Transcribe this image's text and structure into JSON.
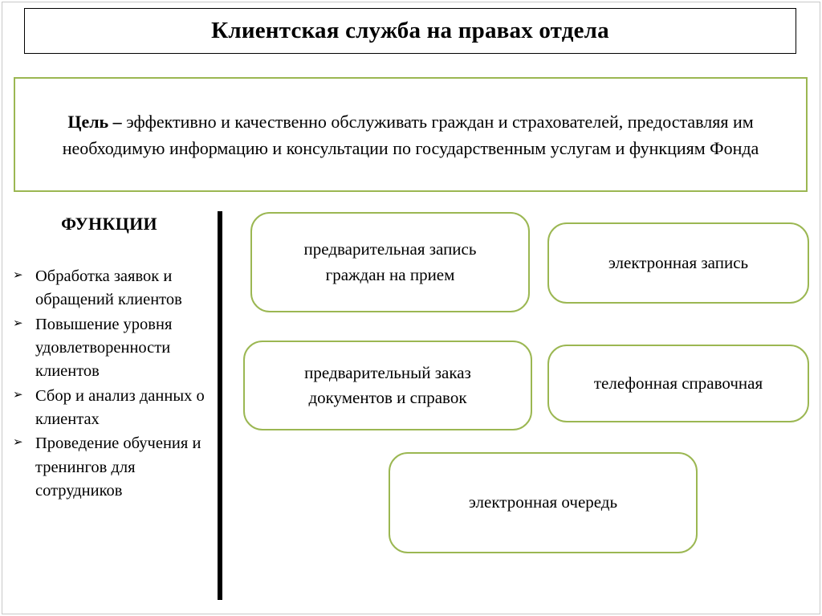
{
  "title": "Клиентская служба на правах отдела",
  "goal": {
    "label": "Цель –",
    "text": "эффективно и качественно обслуживать граждан и страхователей, предоставляя им необходимую информацию и консультации по государственным услугам и функциям Фонда"
  },
  "functions": {
    "heading": "ФУНКЦИИ",
    "bullet_char": "➢",
    "items": [
      "Обработка заявок и обращений клиентов",
      "Повышение уровня удовлетворенности клиентов",
      "Сбор и анализ данных о клиентах",
      "Проведение обучения и тренингов для сотрудников"
    ]
  },
  "services": [
    "предварительная запись граждан на прием",
    "электронная запись",
    "предварительный заказ документов и справок",
    "телефонная справочная",
    "электронная очередь"
  ],
  "colors": {
    "accent_green": "#9bb752",
    "divider": "#000000"
  }
}
